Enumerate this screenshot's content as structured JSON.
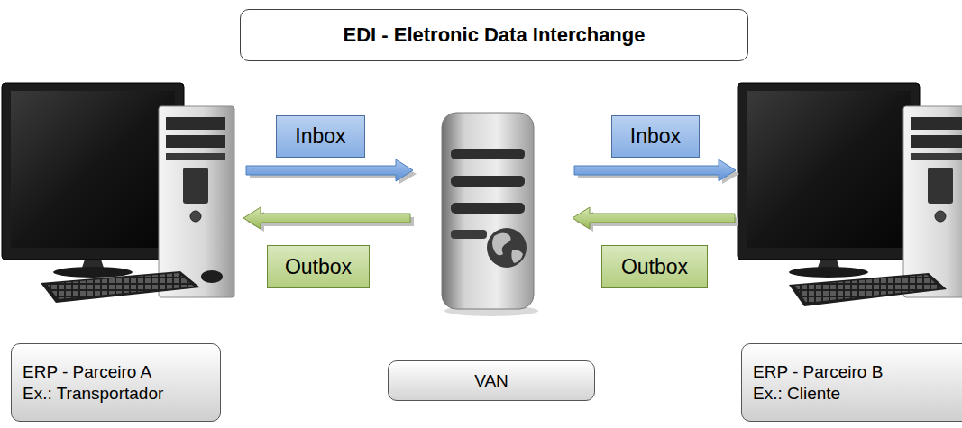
{
  "diagram": {
    "title": "EDI - Eletronic Data Interchange",
    "nodes": [
      {
        "text": [
          "Inbox"
        ]
      },
      {
        "text": [
          "Inbox"
        ]
      },
      {
        "text": [
          "Outbox"
        ]
      },
      {
        "text": [
          "Outbox"
        ]
      },
      {
        "text": [
          "ERP - Parceiro A",
          "Ex.: Transportador"
        ]
      },
      {
        "text": [
          "VAN"
        ]
      },
      {
        "text": [
          "ERP - Parceiro B",
          "Ex.: Cliente"
        ]
      }
    ]
  }
}
